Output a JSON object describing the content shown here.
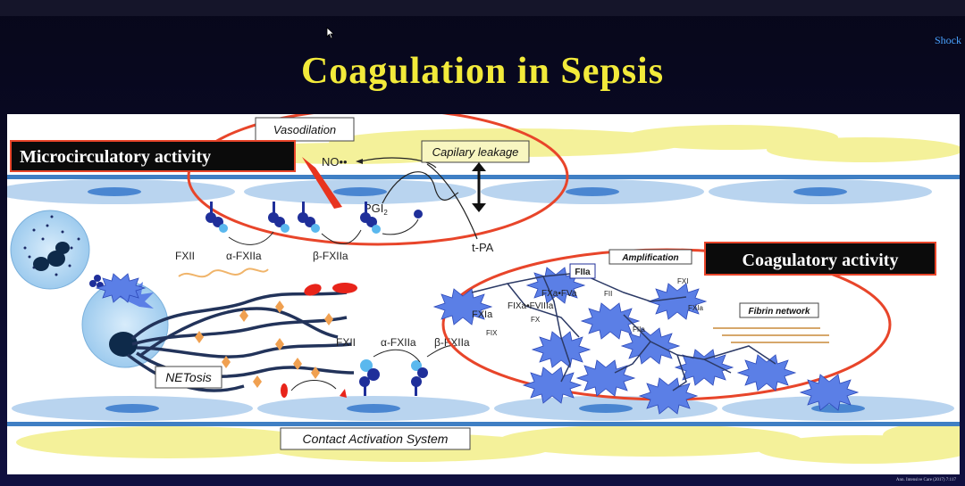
{
  "corner_link": "Shock",
  "title": "Coagulation in  Sepsis",
  "citation": "Ann. Intensive Care (2017) 7:117",
  "labels": {
    "vasodilation": "Vasodilation",
    "microcirculatory": "Microcirculatory  activity",
    "no": "NO••",
    "capillary": "Capilary leakage",
    "pgi": "PGI",
    "pgi_sub": "2",
    "tpa": "t-PA",
    "fxii_top": "FXII",
    "a_fxiia_top": "α-FXIIa",
    "b_fxiia_top": "β-FXIIa",
    "amplification": "Amplification",
    "coagulatory": "Coagulatory activity",
    "fiia_box": "FIIa",
    "fxa_fva": "FXa•FVa",
    "fii": "FII",
    "fxi": "FXI",
    "fxia_right": "FXIa",
    "fibrin_network": "Fibrin network",
    "fixa_fviiia": "FIXa•FVIIIa",
    "fxia": "FXIa",
    "fx": "FX",
    "fix": "FIX",
    "fiia_lower": "FIIa",
    "fxii_mid": "FXII",
    "a_fxiia_mid": "α-FXIIa",
    "b_fxiia_mid": "β-FXIIa",
    "netosis": "NETosis",
    "contact": "Contact Activation System"
  },
  "colors": {
    "title": "#f2ea3a",
    "red_ellipse": "#e8452a",
    "vessel_wall": "#3f7fc4",
    "endothelial": "#b9d4ef",
    "plasma": "#f4f19a",
    "platelet": "#5b7fe6"
  }
}
